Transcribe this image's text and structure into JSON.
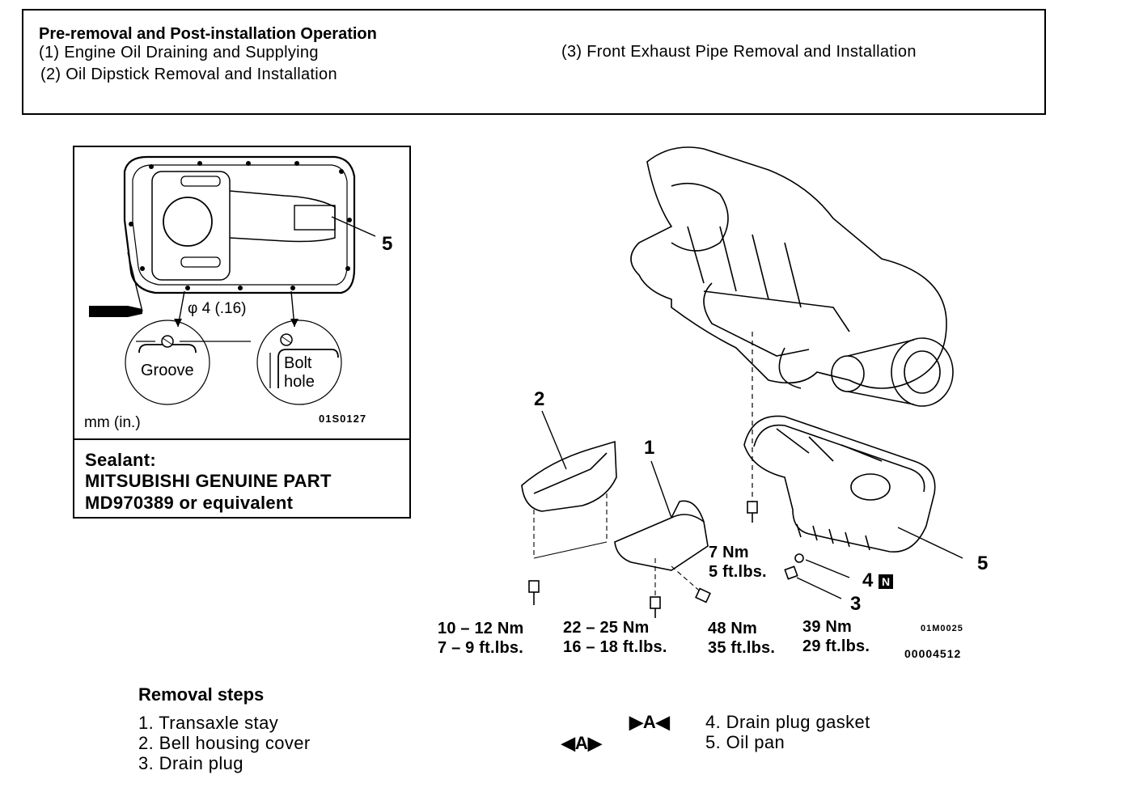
{
  "pre_operation": {
    "heading": "Pre-removal and Post-installation Operation",
    "items": [
      "(1)  Engine Oil Draining and Supplying",
      "(2)  Oil Dipstick Removal and Installation",
      "(3)  Front Exhaust Pipe Removal and Installation"
    ]
  },
  "detail_figure": {
    "callout": "5",
    "bead_size": "φ 4 (.16)",
    "groove_label": "Groove",
    "bolt_hole_label_line1": "Bolt",
    "bolt_hole_label_line2": "hole",
    "units": "mm (in.)",
    "figure_code": "01S0127"
  },
  "sealant": {
    "line1": "Sealant:",
    "line2": "MITSUBISHI GENUINE PART",
    "line3": "MD970389 or equivalent"
  },
  "main_figure": {
    "callouts": {
      "c1": "1",
      "c2": "2",
      "c3": "3",
      "c4": "4",
      "c5": "5",
      "n_tag": "N"
    },
    "torques": {
      "t1": {
        "nm": "10 – 12 Nm",
        "ft": "7 – 9 ft.lbs."
      },
      "t2": {
        "nm": "22 – 25 Nm",
        "ft": "16 – 18 ft.lbs."
      },
      "t3": {
        "nm": "48 Nm",
        "ft": "35 ft.lbs."
      },
      "t4": {
        "nm": "7 Nm",
        "ft": "5 ft.lbs."
      },
      "t5": {
        "nm": "39 Nm",
        "ft": "29 ft.lbs."
      }
    },
    "figure_code": "01M0025",
    "doc_number": "00004512"
  },
  "removal_steps": {
    "title": "Removal steps",
    "steps": [
      "1. Transaxle stay",
      "2. Bell housing cover",
      "3. Drain plug",
      "4. Drain plug gasket",
      "5. Oil pan"
    ],
    "marker_a_install": "A",
    "marker_a_remove": "A"
  }
}
